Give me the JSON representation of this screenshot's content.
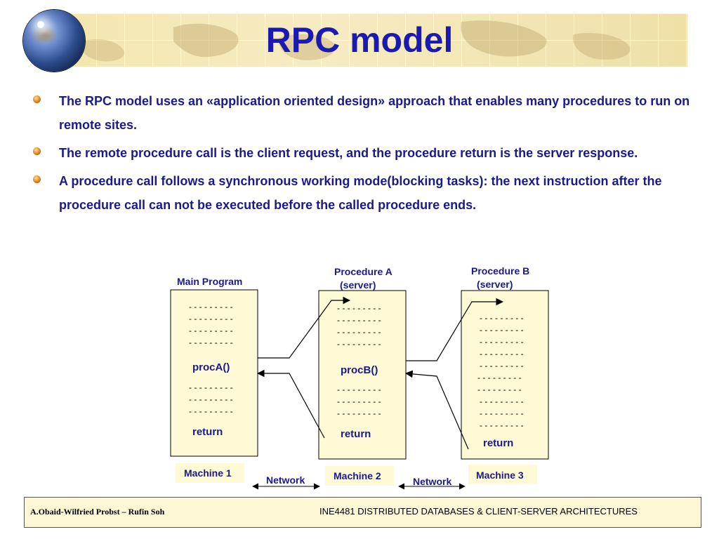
{
  "slide": {
    "title": "RPC model",
    "bullets": [
      "The RPC model uses an «application oriented design» approach that enables many procedures to run on remote sites.",
      "The remote procedure call is the client request, and the procedure return is the server response.",
      "A procedure call follows a synchronous working mode(blocking tasks): the next instruction after the procedure call can not be executed before the called procedure ends."
    ]
  },
  "diagram": {
    "main_program_label": "Main Program",
    "procedure_a_label": "Procedure A",
    "procedure_a_role": "(server)",
    "procedure_b_label": "Procedure B",
    "procedure_b_role": "(server)",
    "call_a": "procA()",
    "call_b": "procB()",
    "return_1": "return",
    "return_2": "return",
    "return_3": "return",
    "machine_1": "Machine 1",
    "machine_2": "Machine 2",
    "machine_3": "Machine 3",
    "network_1": "Network",
    "network_2": "Network",
    "dash_line": "- - - - - - - - -"
  },
  "footer": {
    "authors": "A.Obaid-Wilfried Probst – Rufin Soh",
    "course": "INE4481 DISTRIBUTED DATABASES & CLIENT-SERVER ARCHITECTURES"
  },
  "colors": {
    "text_blue": "#1a1a8c",
    "title_blue": "#1a1ab0",
    "box_fill": "#fdfad5",
    "bullet_orange": "#e38a26"
  }
}
